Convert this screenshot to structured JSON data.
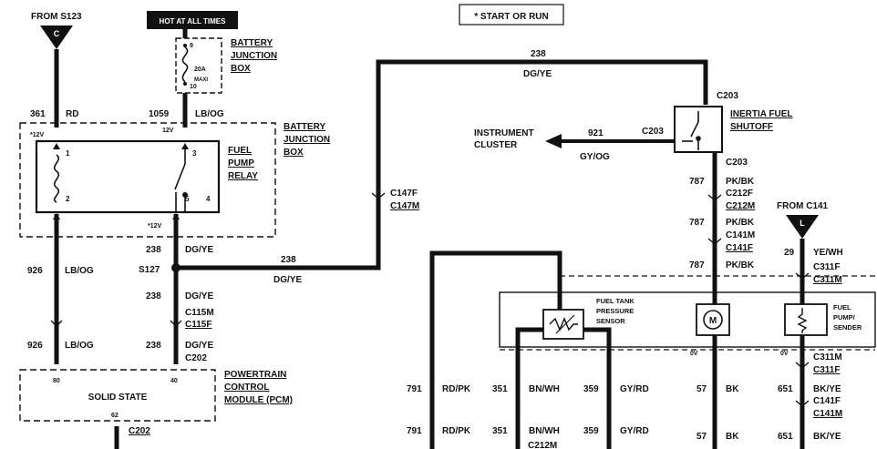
{
  "header": {
    "hot_at_all_times": "HOT AT ALL TIMES",
    "start_or_run": "* START OR RUN",
    "from_s123": "FROM S123",
    "from_c141": "FROM C141",
    "connector_c": "C",
    "connector_l": "L"
  },
  "fuse": {
    "pin_top": "9",
    "pin_bottom": "10",
    "rating": "20A",
    "type": "MAXI",
    "box_line1": "BATTERY",
    "box_line2": "JUNCTION",
    "box_line3": "BOX"
  },
  "relay_box": {
    "box_line1": "BATTERY",
    "box_line2": "JUNCTION",
    "box_line3": "BOX",
    "relay_line1": "FUEL",
    "relay_line2": "PUMP",
    "relay_line3": "RELAY",
    "pin1": "1",
    "pin2": "2",
    "pin3": "3",
    "pin4": "4",
    "pin5": "5",
    "v12_left": "*12V",
    "v12_mid": "12V",
    "v12_bottom": "*12V"
  },
  "wires": {
    "w361": "361",
    "rd": "RD",
    "w1059": "1059",
    "lb_og": "LB/OG",
    "w238": "238",
    "dg_ye": "DG/YE",
    "s127": "S127",
    "w926": "926",
    "w921": "921",
    "gy_og": "GY/OG",
    "w787": "787",
    "pk_bk": "PK/BK",
    "w29": "29",
    "ye_wh": "YE/WH",
    "w791": "791",
    "rd_pk": "RD/PK",
    "w351": "351",
    "bn_wh": "BN/WH",
    "w359": "359",
    "gy_rd": "GY/RD",
    "w57": "57",
    "bk": "BK",
    "w651": "651",
    "bk_ye": "BK/YE",
    "ov": "0V"
  },
  "connectors": {
    "c115m": "C115M",
    "c115f": "C115F",
    "c202": "C202",
    "c147f": "C147F",
    "c147m": "C147M",
    "c203": "C203",
    "c212f": "C212F",
    "c212m": "C212M",
    "c141m": "C141M",
    "c141f": "C141F",
    "c311f": "C311F",
    "c311m": "C311M"
  },
  "components": {
    "inertia_line1": "INERTIA FUEL",
    "inertia_line2": "SHUTOFF",
    "cluster_line1": "INSTRUMENT",
    "cluster_line2": "CLUSTER",
    "pcm_body": "SOLID STATE",
    "pcm_pin_left": "80",
    "pcm_pin_right": "40",
    "pcm_pin_bottom": "62",
    "pcm_line1": "POWERTRAIN",
    "pcm_line2": "CONTROL",
    "pcm_line3": "MODULE (PCM)",
    "sensor_line1": "FUEL TANK",
    "sensor_line2": "PRESSURE",
    "sensor_line3": "SENSOR",
    "sender_line1": "FUEL",
    "sender_line2": "PUMP/",
    "sender_line3": "SENDER",
    "motor": "M"
  }
}
